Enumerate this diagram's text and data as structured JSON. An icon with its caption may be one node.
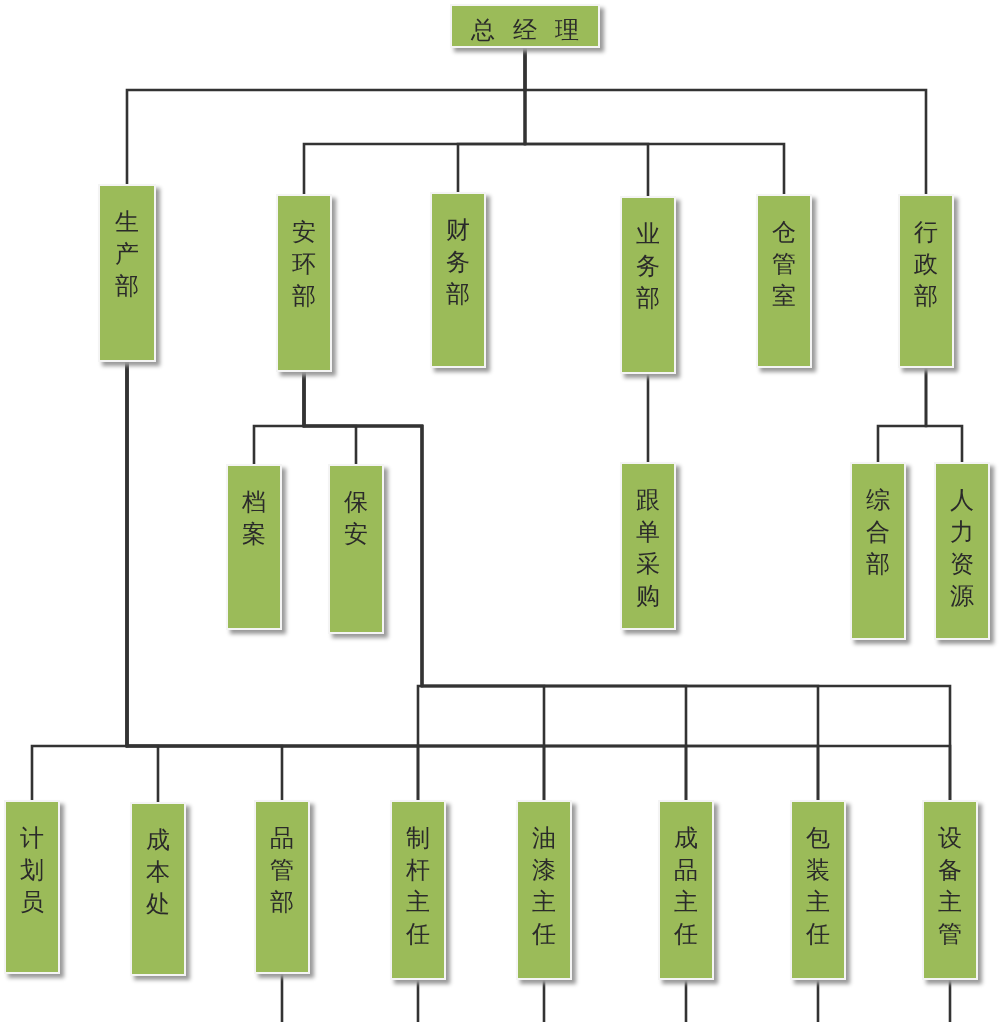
{
  "diagram": {
    "nodes": [
      {
        "text": [
          "总经理"
        ]
      },
      {
        "text": [
          "生产部"
        ]
      },
      {
        "text": [
          "安环部"
        ]
      },
      {
        "text": [
          "财务部"
        ]
      },
      {
        "text": [
          "业务部"
        ]
      },
      {
        "text": [
          "仓管室"
        ]
      },
      {
        "text": [
          "行政部"
        ]
      },
      {
        "text": [
          "档案"
        ]
      },
      {
        "text": [
          "保安"
        ]
      },
      {
        "text": [
          "跟单采购"
        ]
      },
      {
        "text": [
          "综合部"
        ]
      },
      {
        "text": [
          "人力资源"
        ]
      },
      {
        "text": [
          "计划员"
        ]
      },
      {
        "text": [
          "成本处"
        ]
      },
      {
        "text": [
          "品管部"
        ]
      },
      {
        "text": [
          "制杆主任"
        ]
      },
      {
        "text": [
          "油漆主任"
        ]
      },
      {
        "text": [
          "成品主任"
        ]
      },
      {
        "text": [
          "包装主任"
        ]
      },
      {
        "text": [
          "设备主管"
        ]
      }
    ],
    "edges": [
      {
        "from": 0,
        "to": 1,
        "arrow": "none"
      },
      {
        "from": 0,
        "to": 2,
        "arrow": "none"
      },
      {
        "from": 0,
        "to": 3,
        "arrow": "none"
      },
      {
        "from": 0,
        "to": 4,
        "arrow": "none"
      },
      {
        "from": 0,
        "to": 5,
        "arrow": "none"
      },
      {
        "from": 0,
        "to": 6,
        "arrow": "none"
      },
      {
        "from": 2,
        "to": 7,
        "arrow": "none"
      },
      {
        "from": 2,
        "to": 8,
        "arrow": "none"
      },
      {
        "from": 4,
        "to": 9,
        "arrow": "none"
      },
      {
        "from": 6,
        "to": 10,
        "arrow": "none"
      },
      {
        "from": 6,
        "to": 11,
        "arrow": "none"
      },
      {
        "from": 1,
        "to": 12,
        "arrow": "none"
      },
      {
        "from": 1,
        "to": 13,
        "arrow": "none"
      },
      {
        "from": 1,
        "to": 14,
        "arrow": "none"
      },
      {
        "from": 1,
        "to": 15,
        "arrow": "none"
      },
      {
        "from": 1,
        "to": 16,
        "arrow": "none"
      },
      {
        "from": 1,
        "to": 17,
        "arrow": "none"
      },
      {
        "from": 1,
        "to": 18,
        "arrow": "none"
      },
      {
        "from": 1,
        "to": 19,
        "arrow": "none"
      },
      {
        "from": 2,
        "to": 15,
        "arrow": "none"
      },
      {
        "from": 2,
        "to": 16,
        "arrow": "none"
      },
      {
        "from": 2,
        "to": 17,
        "arrow": "none"
      },
      {
        "from": 2,
        "to": 18,
        "arrow": "none"
      },
      {
        "from": 2,
        "to": 19,
        "arrow": "none"
      },
      {
        "from": 14,
        "to": null,
        "arrow": "none"
      },
      {
        "from": 15,
        "to": null,
        "arrow": "none"
      },
      {
        "from": 16,
        "to": null,
        "arrow": "none"
      },
      {
        "from": 17,
        "to": null,
        "arrow": "none"
      },
      {
        "from": 18,
        "to": null,
        "arrow": "none"
      },
      {
        "from": 19,
        "to": null,
        "arrow": "none"
      }
    ]
  }
}
